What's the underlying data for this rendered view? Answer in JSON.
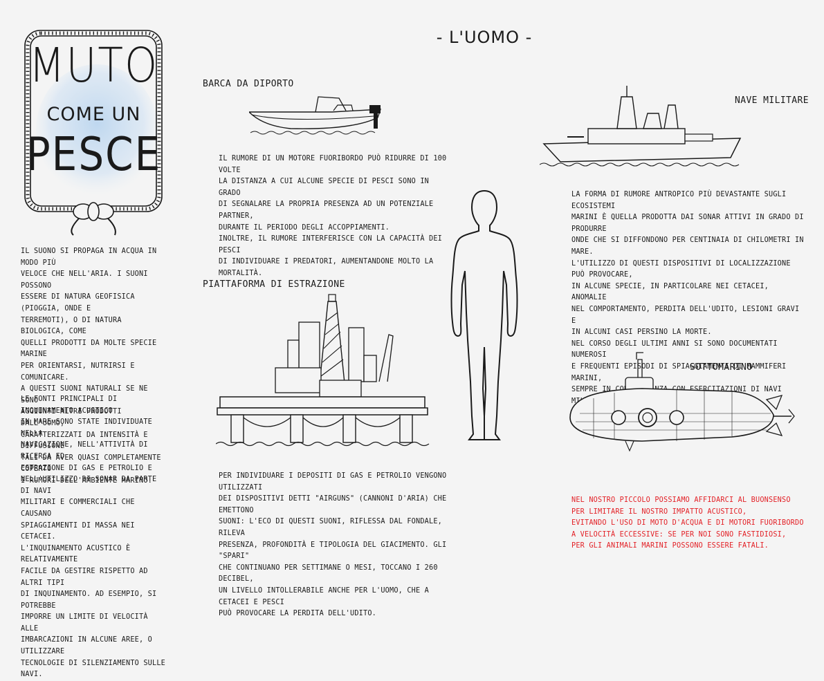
{
  "logo": {
    "line1": "MUTO",
    "line2": "COME UN",
    "line3": "PESCE"
  },
  "page_title": "- L'UOMO -",
  "intro_text": "IL SUONO SI PROPAGA IN ACQUA IN MODO PIÙ\nVELOCE CHE NELL'ARIA. I SUONI POSSONO\nESSERE DI NATURA GEOFISICA (PIOGGIA, ONDE E\nTERREMOTI), O DI NATURA BIOLOGICA, COME\nQUELLI PRODOTTI DA MOLTE SPECIE MARINE\nPER ORIENTARSI, NUTRIRSI E COMUNICARE.\nA QUESTI SUONI NATURALI SE NE SONO\nAGGIUNTI ALTRI PRODOTTI DALL'UOMO,\nCARATTERIZZATI DA INTENSITÀ E DIFFUSIONE\nTALI DA AVER QUASI COMPLETAMENTE COPERTO\nI RUMORI DELL'AMBIENTE MARINO.",
  "sources_text": "LE FONTI PRINCIPALI DI INQUINAMENTO ACUSTICO\nIN MARE SONO STATE INDIVIDUATE NELLA\nNAVIGAZIONE, NELL'ATTIVITÀ DI RICERCA ED\nESTRAZIONE DI GAS E PETROLIO E\nNELL'UTILIZZO DI SONAR DA PARTE DI NAVI\nMILITARI E COMMERCIALI CHE CAUSANO\nSPIAGGIAMENTI DI MASSA NEI CETACEI.\nL'INQUINAMENTO ACUSTICO È RELATIVAMENTE\nFACILE DA GESTIRE RISPETTO AD ALTRI TIPI\nDI INQUINAMENTO.  AD ESEMPIO, SI POTREBBE\nIMPORRE UN LIMITE DI VELOCITÀ ALLE\nIMBARCAZIONI IN ALCUNE AREE, O UTILIZZARE\nTECNOLOGIE DI SILENZIAMENTO SULLE NAVI.",
  "boat": {
    "heading": "BARCA DA DIPORTO",
    "text": "IL RUMORE DI UN MOTORE FUORIBORDO PUÒ RIDURRE DI 100 VOLTE\nLA DISTANZA A CUI ALCUNE SPECIE DI PESCI SONO IN GRADO\nDI SEGNALARE LA PROPRIA PRESENZA AD UN POTENZIALE PARTNER,\nDURANTE IL PERIODO DEGLI ACCOPPIAMENTI.\nINOLTRE, IL RUMORE INTERFERISCE CON LA CAPACITÀ DEI PESCI\nDI INDIVIDUARE I PREDATORI, AUMENTANDONE MOLTO LA MORTALITÀ."
  },
  "platform": {
    "heading": "PIATTAFORMA DI ESTRAZIONE",
    "text": "PER INDIVIDUARE I DEPOSITI DI GAS E PETROLIO VENGONO UTILIZZATI\nDEI DISPOSITIVI DETTI \"AIRGUNS\" (CANNONI D'ARIA) CHE EMETTONO\nSUONI: L'ECO DI QUESTI SUONI, RIFLESSA DAL FONDALE, RILEVA\nPRESENZA, PROFONDITÀ E TIPOLOGIA DEL GIACIMENTO. GLI \"SPARI\"\nCHE CONTINUANO PER SETTIMANE O MESI, TOCCANO I 260 DECIBEL,\nUN LIVELLO INTOLLERABILE ANCHE PER L'UOMO, CHE A CETACEI E PESCI\nPUÒ PROVOCARE LA PERDITA DELL'UDITO."
  },
  "military": {
    "heading": "NAVE MILITARE",
    "text": "LA FORMA DI RUMORE ANTROPICO PIÙ DEVASTANTE SUGLI ECOSISTEMI\nMARINI È QUELLA PRODOTTA DAI SONAR ATTIVI IN GRADO DI PRODURRE\nONDE CHE SI DIFFONDONO PER CENTINAIA DI CHILOMETRI IN MARE.\nL'UTILIZZO DI QUESTI DISPOSITIVI DI LOCALIZZAZIONE PUÒ PROVOCARE,\nIN ALCUNE SPECIE, IN PARTICOLARE NEI CETACEI, ANOMALIE\nNEL COMPORTAMENTO, PERDITA DELL'UDITO, LESIONI GRAVI E\nIN ALCUNI CASI PERSINO LA MORTE.\nNEL CORSO DEGLI ULTIMI ANNI SI SONO DOCUMENTATI NUMEROSI\nE FREQUENTI EPISODI DI SPIAGGIAMENTI DI MAMMIFERI MARINI,\nSEMPRE IN CONCOMITANZA CON ESERCITAZIONI DI NAVI MILITARI\nCHE UTILIZZANO APPARECCHIATURE SONAR."
  },
  "submarine": {
    "heading": "SOTTOMARINO"
  },
  "advice_text": "NEL NOSTRO PICCOLO POSSIAMO AFFIDARCI AL BUONSENSO\nPER LIMITARE IL NOSTRO IMPATTO ACUSTICO,\nEVITANDO L'USO DI MOTO D'ACQUA E DI MOTORI FUORIBORDO\nA VELOCITÀ ECCESSIVE: SE PER NOI SONO FASTIDIOSI,\nPER GLI ANIMALI MARINI POSSONO ESSERE FATALI.",
  "colors": {
    "accent_red": "#e32026",
    "watercolor_blue": "#bcd6ef",
    "ink": "#1a1a1a"
  },
  "icons": [
    "rope-frame",
    "boat-illustration",
    "military-ship-illustration",
    "oil-platform-illustration",
    "human-silhouette",
    "submarine-illustration"
  ]
}
